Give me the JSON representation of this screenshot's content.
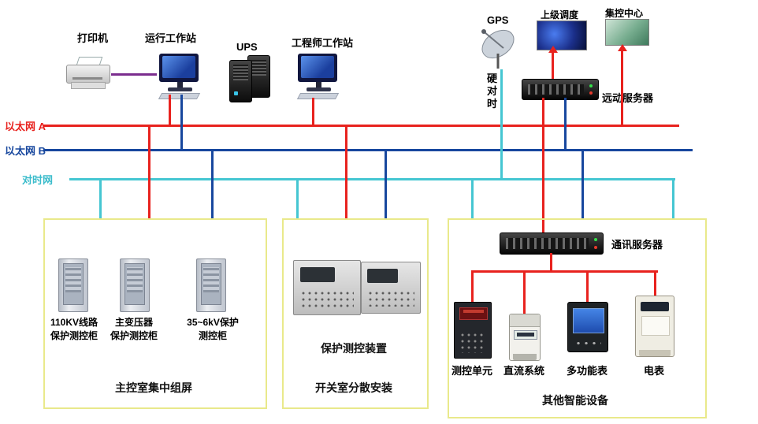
{
  "top": {
    "printer_label": "打印机",
    "operator_ws_label": "运行工作站",
    "ups_label": "UPS",
    "engineer_ws_label": "工程师工作站",
    "gps_label": "GPS",
    "hard_sync_label": "硬对时",
    "upper_dispatch_label": "上级调度",
    "central_control_label": "集控中心",
    "remote_server_label": "远动服务器"
  },
  "buses": {
    "ethernet_a": {
      "label": "以太网 A",
      "color": "#e8221e"
    },
    "ethernet_b": {
      "label": "以太网 B",
      "color": "#17479e"
    },
    "time_sync": {
      "label": "对时网",
      "color": "#45c6d2"
    }
  },
  "left_box": {
    "cabinets": [
      {
        "line1": "110KV线路",
        "line2": "保护测控柜"
      },
      {
        "line1": "主变压器",
        "line2": "保护测控柜"
      },
      {
        "line1": "35~6kV保护",
        "line2": "测控柜"
      }
    ],
    "caption": "主控室集中组屏"
  },
  "middle_box": {
    "device_label": "保护测控装置",
    "caption": "开关室分散安装"
  },
  "right_box": {
    "server_label": "通讯服务器",
    "devices": [
      {
        "label": "测控单元"
      },
      {
        "label": "直流系统"
      },
      {
        "label": "多功能表"
      },
      {
        "label": "电表"
      }
    ],
    "caption": "其他智能设备"
  },
  "colors": {
    "ethernet_a": "#e8221e",
    "ethernet_b": "#17479e",
    "time_sync": "#45c6d2",
    "printer_link": "#7b2d8e",
    "group_box_border": "#e9e98b"
  }
}
